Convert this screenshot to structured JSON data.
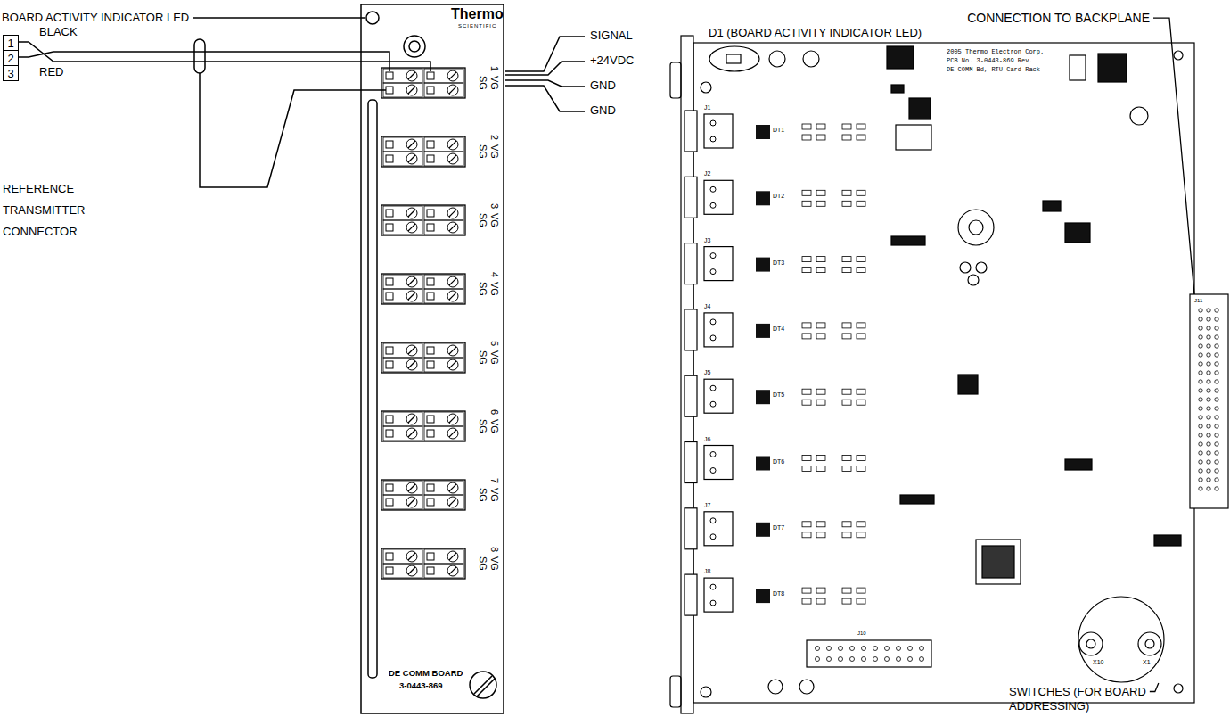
{
  "diagram": {
    "nodes": [
      {
        "text": [
          "1"
        ]
      },
      {
        "text": [
          "2"
        ]
      },
      {
        "text": [
          "3"
        ]
      }
    ],
    "labels": [
      "BOARD ACTIVITY INDICATOR LED",
      "Thermo",
      "SCIENTIFIC",
      "BLACK",
      "RED",
      "REFERENCE TRANSMITTER CONNECTOR",
      "SIGNAL",
      "+24VDC",
      "GND",
      "GND",
      "1",
      "VG",
      "SG",
      "2",
      "VG",
      "SG",
      "3",
      "VG",
      "SG",
      "4",
      "VG",
      "SG",
      "5",
      "VG",
      "SG",
      "6",
      "VG",
      "SG",
      "7",
      "VG",
      "SG",
      "8",
      "VG",
      "SG",
      "DE COMM BOARD",
      "3-0443-869",
      "D1 (BOARD ACTIVITY INDICATOR LED)",
      "CONNECTION TO BACKPLANE",
      "2005 Thermo Electron Corp.",
      "PCB No. 3-0443-869 Rev.",
      "DE COMM Bd, RTU Card Rack",
      "J1",
      "J2",
      "J3",
      "J4",
      "J5",
      "J6",
      "J7",
      "J8",
      "DT1",
      "DT2",
      "DT3",
      "DT4",
      "DT5",
      "DT6",
      "DT7",
      "DT8",
      "J11",
      "J10",
      "X10",
      "X1",
      "SWITCHES (FOR BOARD ADDRESSING)"
    ]
  }
}
